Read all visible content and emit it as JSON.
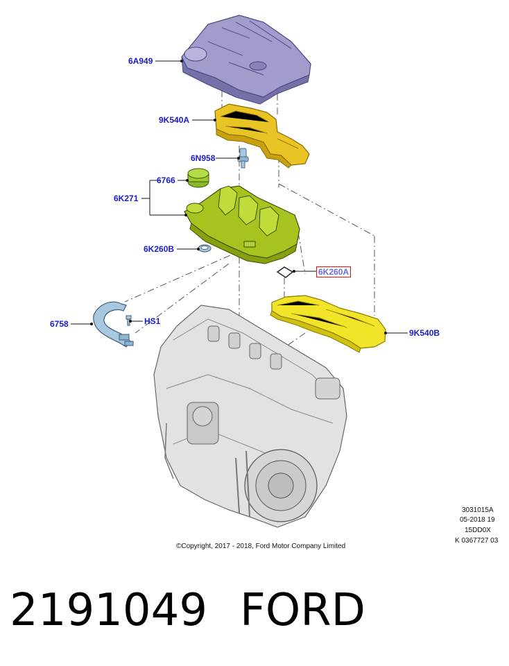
{
  "labels": {
    "l_6a949": "6A949",
    "l_9k540a": "9K540A",
    "l_6n958": "6N958",
    "l_6766": "6766",
    "l_6k271": "6K271",
    "l_6k260b": "6K260B",
    "l_6k260a": "6K260A",
    "l_6758": "6758",
    "l_hs1": "HS1",
    "l_9k540b": "9K540B"
  },
  "highlighted_part": "6K260A",
  "meta": {
    "line1": "3031015A",
    "line2": "05-2018 19",
    "line3": "15DD0X",
    "line4": "K 0367727 03"
  },
  "copyright": "©Copyright, 2017 - 2018, Ford Motor Company Limited",
  "part_number": "2191049",
  "brand": "FORD",
  "colors": {
    "label_text": "#1a1acc",
    "highlight_border": "#e01010",
    "engine_cover": "#9a96c8",
    "heat_shield_a": "#e8c020",
    "heat_shield_b": "#f0e020",
    "rocker_cover": "#a8c020",
    "breather_hose": "#a8c8e0",
    "engine_block": "#d8d8d8"
  }
}
